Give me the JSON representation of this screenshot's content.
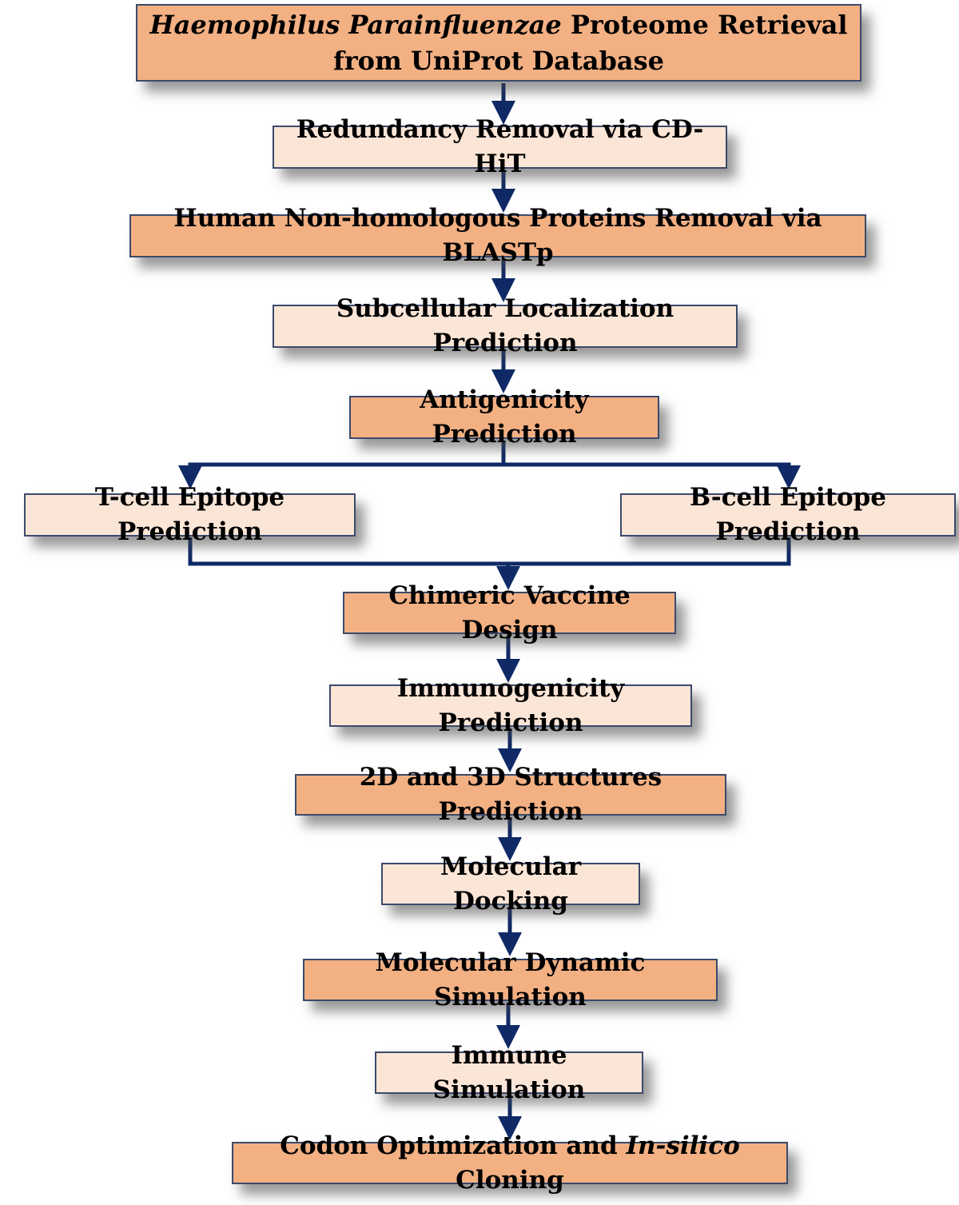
{
  "colors": {
    "box_dark": "#f2b083",
    "box_light": "#fbe5d6",
    "border": "#3b4a6b",
    "arrow": "#0f2a66"
  },
  "steps": [
    {
      "id": "proteome-retrieval",
      "italic": "Haemophilus Parainfluenzae",
      "text": " Proteome Retrieval from UniProt Database",
      "style": "dark"
    },
    {
      "id": "redundancy-removal",
      "text": "Redundancy Removal via CD-HiT",
      "style": "light"
    },
    {
      "id": "non-homologous-removal",
      "text": "Human Non-homologous Proteins Removal via BLASTp",
      "style": "dark"
    },
    {
      "id": "subcellular-localization",
      "text": "Subcellular Localization Prediction",
      "style": "light"
    },
    {
      "id": "antigenicity",
      "text": "Antigenicity Prediction",
      "style": "dark"
    },
    {
      "id": "t-cell-epitope",
      "text": "T-cell Epitope Prediction",
      "style": "light"
    },
    {
      "id": "b-cell-epitope",
      "text": "B-cell Epitope Prediction",
      "style": "light"
    },
    {
      "id": "chimeric-vaccine",
      "text": "Chimeric Vaccine Design",
      "style": "dark"
    },
    {
      "id": "immunogenicity",
      "text": "Immunogenicity Prediction",
      "style": "light"
    },
    {
      "id": "structures",
      "text": "2D and 3D Structures Prediction",
      "style": "dark"
    },
    {
      "id": "molecular-docking",
      "text": "Molecular Docking",
      "style": "light"
    },
    {
      "id": "md-simulation",
      "text": "Molecular Dynamic Simulation",
      "style": "dark"
    },
    {
      "id": "immune-simulation",
      "text": "Immune Simulation",
      "style": "light"
    },
    {
      "id": "codon-optimization",
      "text": "Codon Optimization and ",
      "italic_mid": "In-silico",
      "text_after": " Cloning",
      "style": "dark"
    }
  ]
}
